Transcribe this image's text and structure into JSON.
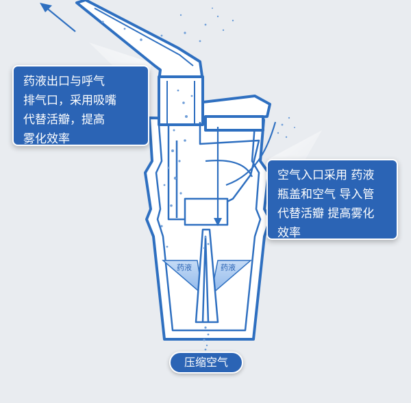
{
  "callouts": {
    "left": "药液出口与呼气\n排气口，采用吸嘴\n代替活瓣，提高\n雾化效率",
    "right": "空气入口采用 药液\n瓶盖和空气 导入管\n代替活瓣 提高雾化\n效率"
  },
  "labels": {
    "liquid_left": "药液",
    "liquid_right": "药液",
    "bottom": "压缩空气"
  },
  "colors": {
    "background": "#e9ecf0",
    "outline": "#2e6fc0",
    "callout_fill": "#2b64b5",
    "liquid": "#9cc2ee"
  }
}
